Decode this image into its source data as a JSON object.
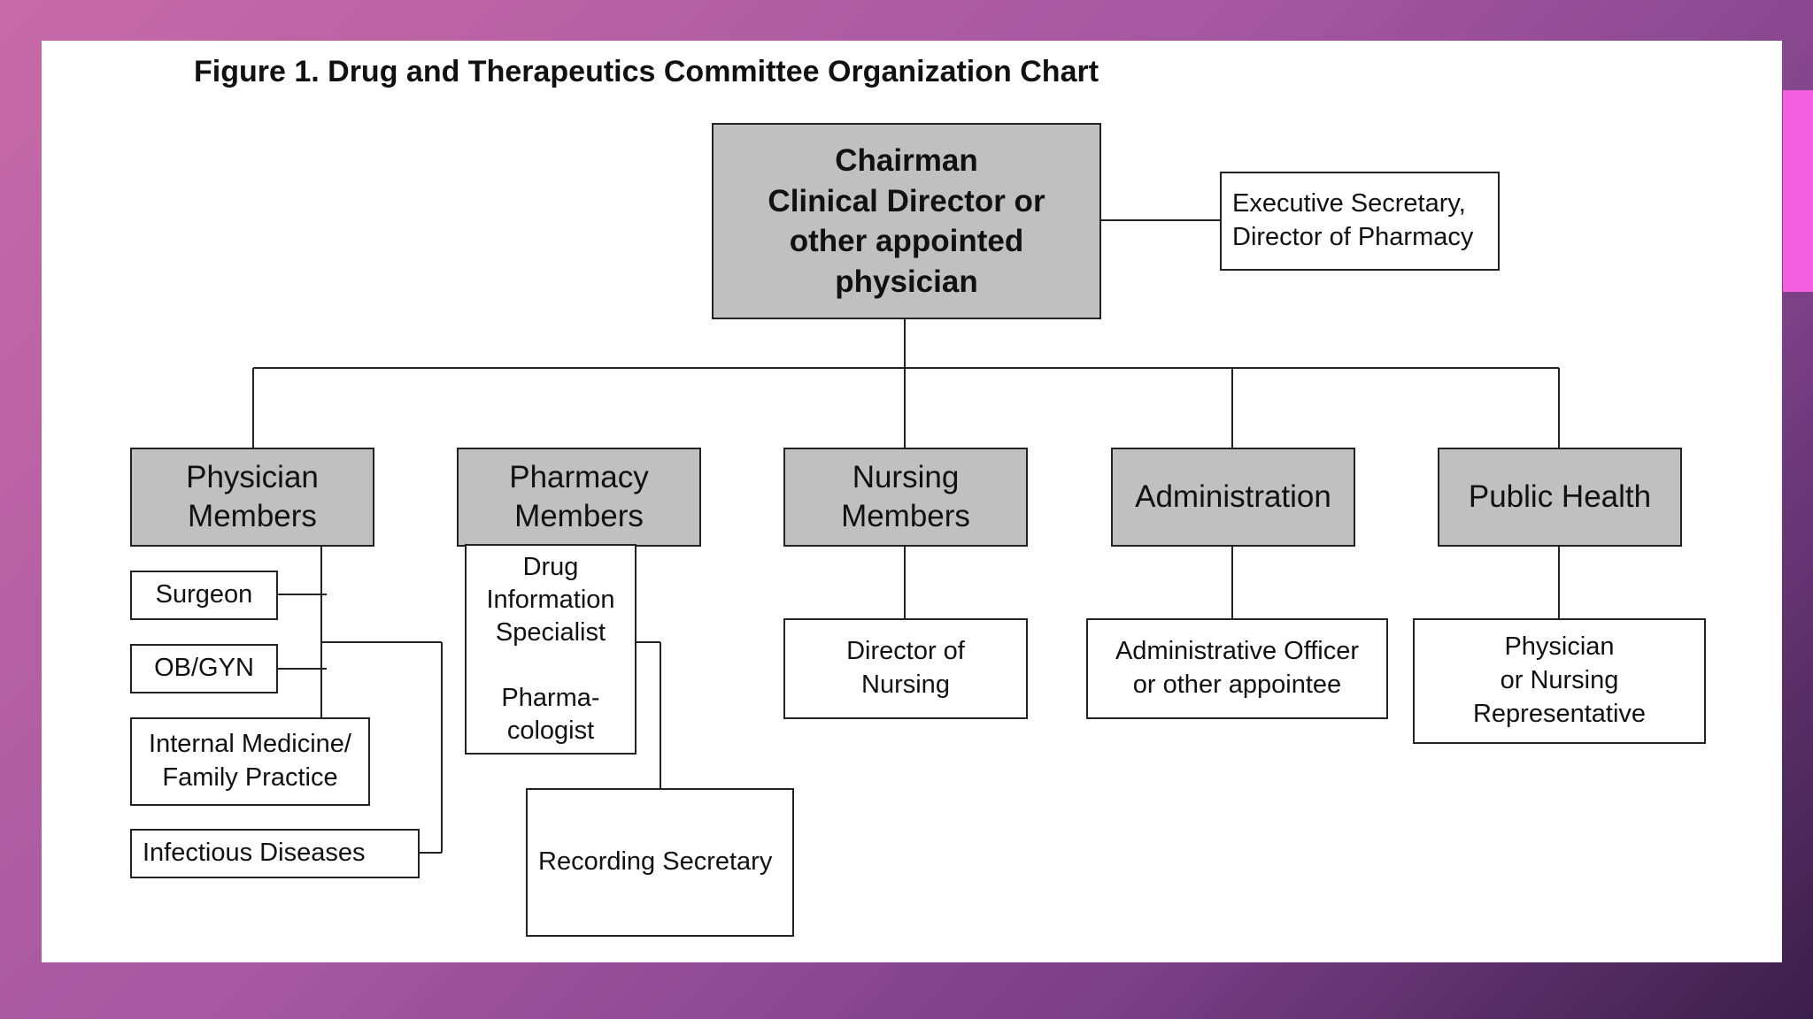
{
  "title": "Figure 1. Drug and Therapeutics Committee Organization Chart",
  "chairman": "Chairman\nClinical Director or\nother appointed\nphysician",
  "executive_secretary": "Executive Secretary,\nDirector of Pharmacy",
  "departments": {
    "physician": "Physician\nMembers",
    "pharmacy": "Pharmacy\nMembers",
    "nursing": "Nursing\nMembers",
    "administration": "Administration",
    "public_health": "Public Health"
  },
  "physician_subgroups": {
    "surgeon": "Surgeon",
    "obgyn": "OB/GYN",
    "internal_medicine": "Internal Medicine/\nFamily Practice",
    "infectious_diseases": "Infectious Diseases"
  },
  "pharmacy_subgroup": "Drug\nInformation\nSpecialist\n\nPharma-\ncologist",
  "recording_secretary": "Recording Secretary",
  "director_of_nursing": "Director of\nNursing",
  "administrative_officer": "Administrative Officer\nor other appointee",
  "public_health_rep": "Physician\nor Nursing\nRepresentative"
}
